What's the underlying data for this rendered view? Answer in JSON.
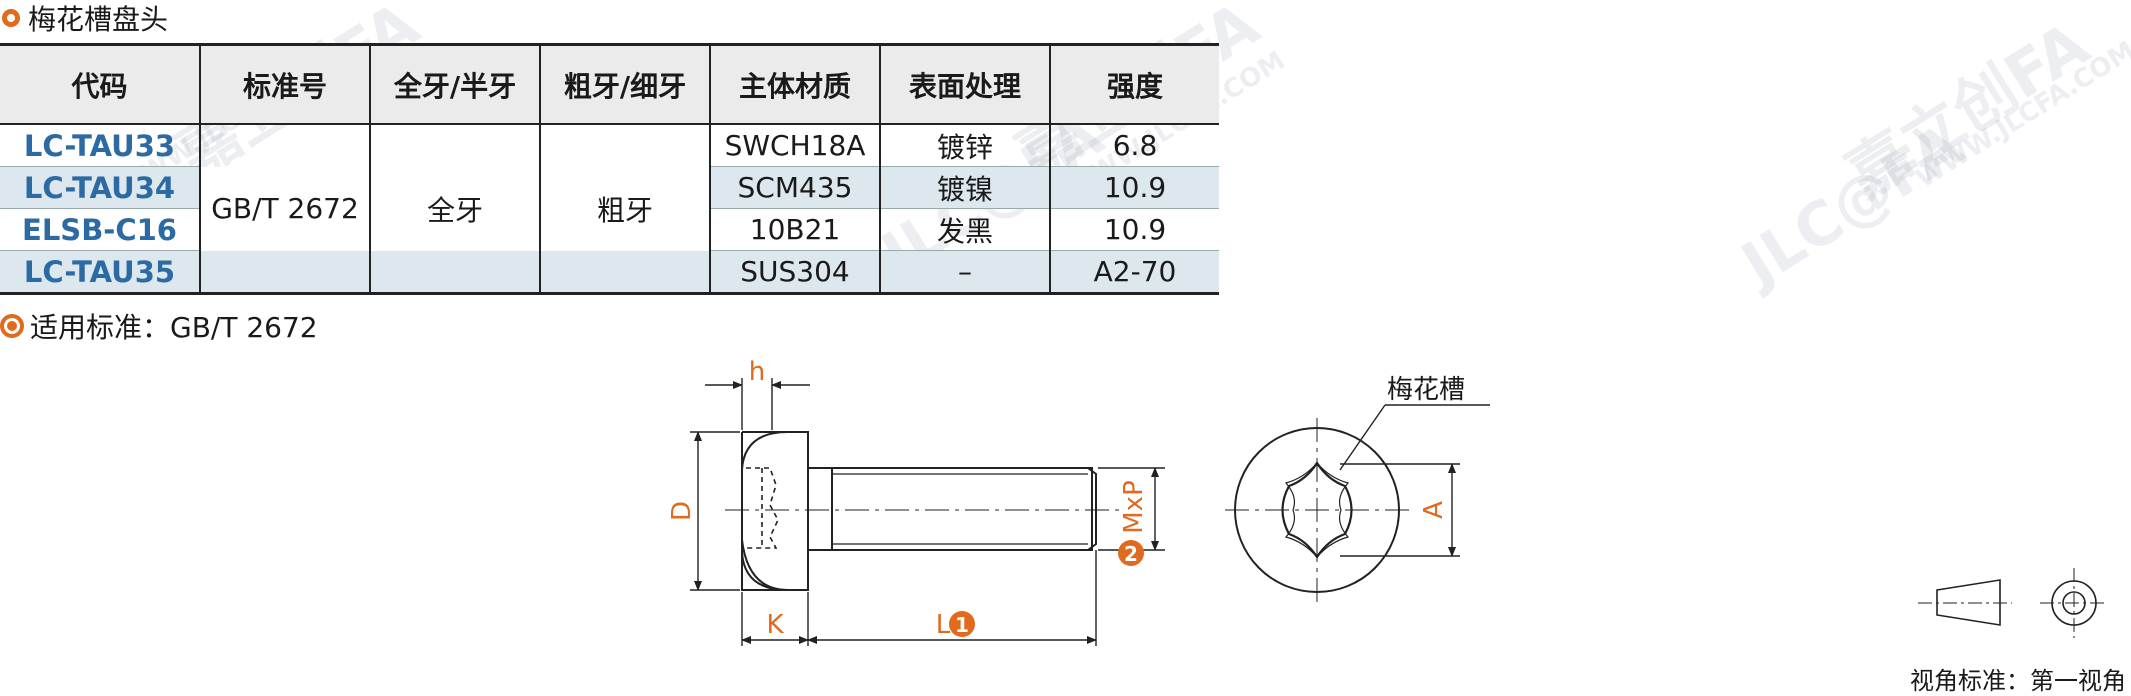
{
  "section": {
    "title": "梅花槽盘头"
  },
  "table": {
    "headers": [
      "代码",
      "标准号",
      "全牙/半牙",
      "粗牙/细牙",
      "主体材质",
      "表面处理",
      "强度"
    ],
    "rows": [
      {
        "code": "LC-TAU33",
        "material": "SWCH18A",
        "surface": "镀锌",
        "strength": "6.8"
      },
      {
        "code": "LC-TAU34",
        "material": "SCM435",
        "surface": "镀镍",
        "strength": "10.9"
      },
      {
        "code": "ELSB-C16",
        "material": "10B21",
        "surface": "发黑",
        "strength": "10.9"
      },
      {
        "code": "LC-TAU35",
        "material": "SUS304",
        "surface": "–",
        "strength": "A2-70"
      }
    ],
    "merged": {
      "standard": "GB/T 2672",
      "thread_length": "全牙",
      "thread_pitch": "粗牙"
    }
  },
  "standard_note": "适用标准：GB/T 2672",
  "drawing": {
    "label_h": "h",
    "label_D": "D",
    "label_K": "K",
    "label_L": "L",
    "label_MxP": "MxP",
    "label_A": "A",
    "badge_1": "1",
    "badge_2": "2",
    "slot_callout": "梅花槽",
    "dim_color": "#e06a1e"
  },
  "watermark": {
    "brand": "嘉立创FA",
    "url": "WWW.JLCFA.COM",
    "logo": "JLC@FA"
  },
  "projection_label": "视角标准：第一视角"
}
